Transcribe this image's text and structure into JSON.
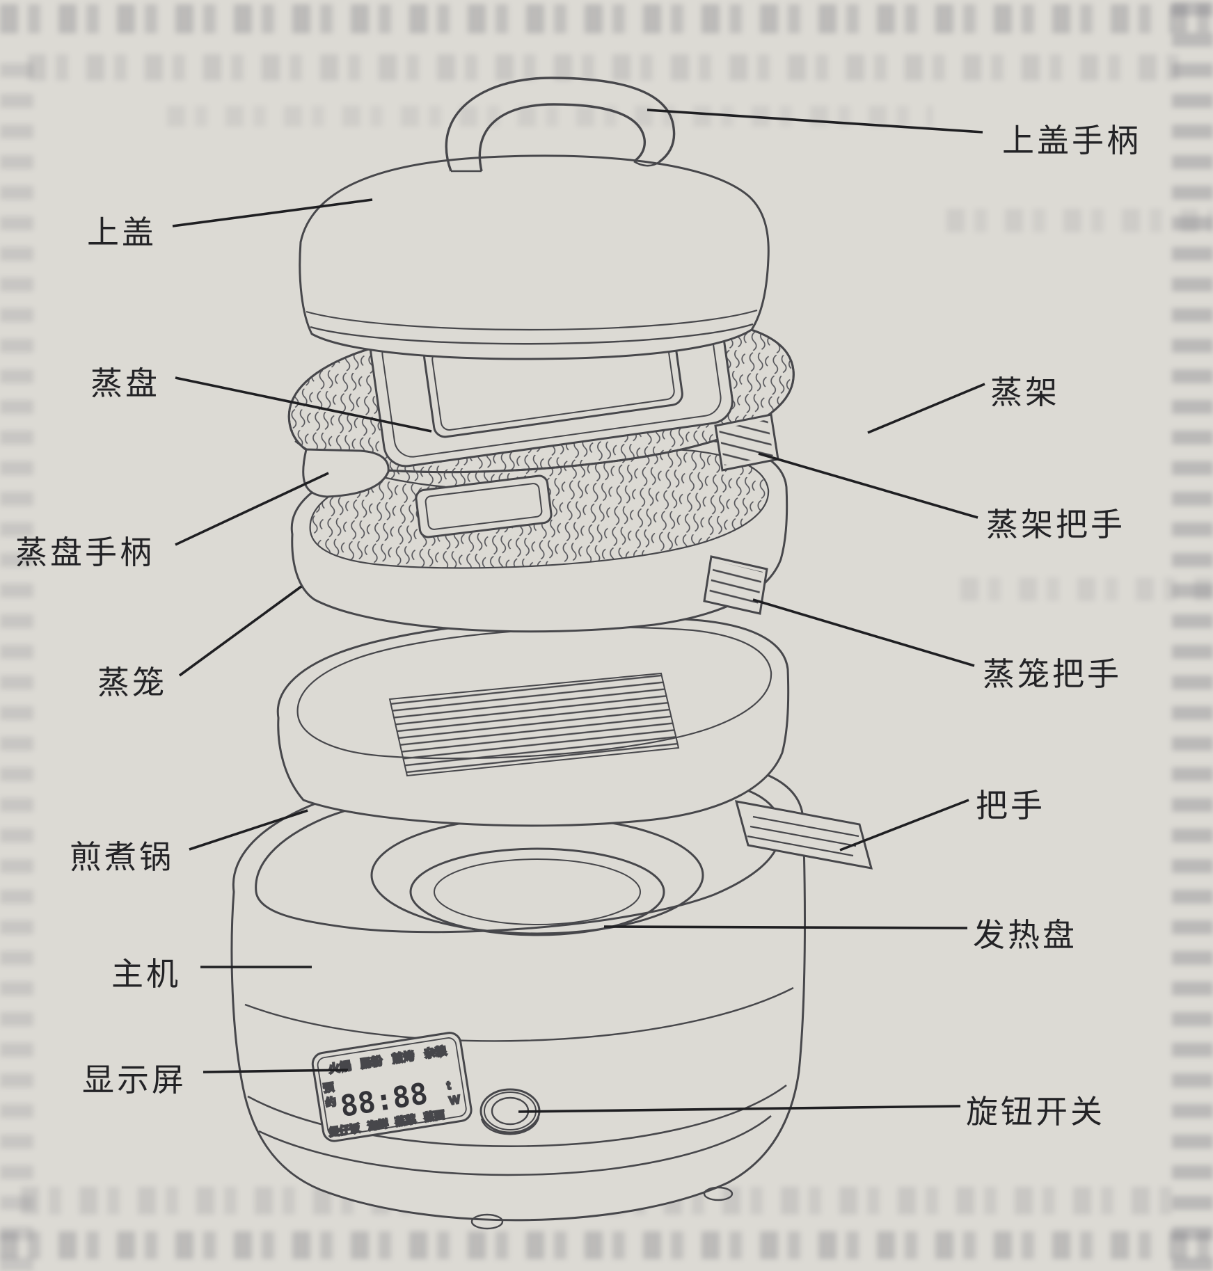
{
  "diagram": {
    "labels": {
      "lid_handle": "上盖手柄",
      "lid": "上盖",
      "steam_tray": "蒸盘",
      "steam_rack": "蒸架",
      "steam_rack_handle": "蒸架把手",
      "steam_tray_handle": "蒸盘手柄",
      "steam_basket": "蒸笼",
      "steam_basket_handle": "蒸笼把手",
      "fry_boil_pot": "煎煮锅",
      "pot_handle": "把手",
      "main_unit": "主机",
      "heating_plate": "发热盘",
      "display_screen": "显示屏",
      "knob_switch": "旋钮开关"
    },
    "display_panel": {
      "top_row": [
        "火锅",
        "肠粉",
        "煎烤",
        "杂粮"
      ],
      "left_stack": [
        "预",
        "约"
      ],
      "digits": "88:88",
      "unit_top": "t",
      "unit_bottom": "W",
      "bottom_row": [
        "煲仔饭",
        "海鲜",
        "蒸菜",
        "蒸面"
      ]
    },
    "colors": {
      "paper": "#dcdad4",
      "ink": "#47474b",
      "label_ink": "#232326"
    }
  }
}
